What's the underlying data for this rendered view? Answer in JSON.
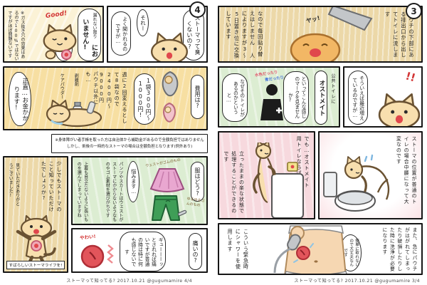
{
  "colors": {
    "panel_yellow": "#f7dfa2",
    "panel_pale_yellow": "#fbf2d6",
    "panel_green": "#dcedd2",
    "panel_tan": "#ecd8a8",
    "panel_pink": "#f7d9de",
    "cat_fur": "#f8dfae",
    "stoma_red": "#e0474c",
    "fx_red": "#d23535",
    "fx_blue": "#3f6fd8"
  },
  "left_page": {
    "page_number": "4",
    "p1_right": {
      "bubble_q": "ストーマって臭くないの?",
      "bubble_sore": "それー",
      "bubble_often": "よく聞かれるのですが…"
    },
    "p1_left": {
      "good_fx": "Good!",
      "bubble_pre": "漏れない限り",
      "bubble_main": "においません!",
      "bubble_sub": "ほとんどね",
      "note": "※ガス抜き穴の効果はあるので100%ではないですがほぼ問題ないです"
    },
    "p2_cost": {
      "bubble_cost_q": "費用は?",
      "bubble_price": "1袋300円〜1000円!",
      "text_weekly": "週に2回変えるとして8袋なので2400円〜9000円",
      "text_other": "パウチ以外にも…",
      "item_remover": "剥離剤",
      "item_powder": "ケアパウダー",
      "bubble_honest": "正直…お金かかります!"
    },
    "note_box": {
      "line1": "※身体障がい者手帳を取った方は自治体から補助金があるので全額負担ではありません",
      "line2": "しかし、術後の一時的なストーマの場合は全額負担となります(例外あり)"
    },
    "p3_clothes": {
      "bubble_q": "服はどう?",
      "bubble_worry": "悩みます…",
      "text_main": "パンツやスカートはウェストがストーマにかからないようなものやゴム素材を選びがちです",
      "text_tops": "上着も目立たないように長いものを選んでしまっていますね",
      "note_skirt": "ウェストがゴムのもの",
      "note_pants": "ゆるゆるゴムのもの"
    },
    "p3_pain": {
      "fx": "やわい!",
      "bubble_a": "ギューーーッとされれば痛いですが普通の時は特に何も感じないです",
      "bubble_q": "痛いの?"
    },
    "p3_thanks": {
      "text_main": "少しでもストーマのこと知っていただけたでしょうか?",
      "text_sub": "見ていただきありがとうございました!",
      "caption": "すばらしいストーマライフを!"
    },
    "footer": "ストーマって知ってる? 2017.10.21 @gugumamire 4/4"
  },
  "right_page": {
    "page_number": "3",
    "p1_toilet": {
      "text_right": "パウチの下部にある排出口から出してトイレに流します",
      "fx": "ヤッ!",
      "text_left": "なので毎回貼り替えはしません 人によりますが3〜5日置き位に交換しています"
    },
    "p2_mark": {
      "text_lead": "公共トイレに",
      "text_name": "オストメイト",
      "bubble_mark": "といってこんな感じのマークを見ませんか?",
      "fx_lightblue": "水色だったり",
      "fx_blue": "青だったり",
      "bubble_why": "なぜそのトイレがあるのかというと…"
    },
    "p2_intro": {
      "bubble": "そういえば最近増えているのですが…",
      "fx": "!!"
    },
    "p3_normal": {
      "text": "ストーマの位置が普通のトイレの場合中腰になって大変なのです"
    },
    "p3_ostomate": {
      "text_lead": "でも…オストメイト用トイレならば",
      "text_main": "立ったままの楽な状態で処理することができるのです"
    },
    "p4_shower": {
      "text_right": "また、急にパウチがはがれてしまったり破損したりした時に洗浄が必要になります",
      "bubble": "簡単に取れないので大丈夫なんです",
      "text_left": "こういう緊急時にシャワーを使用します"
    },
    "footer": "ストーマって知ってる? 2017.10.21 @gugumamire 3/4"
  }
}
